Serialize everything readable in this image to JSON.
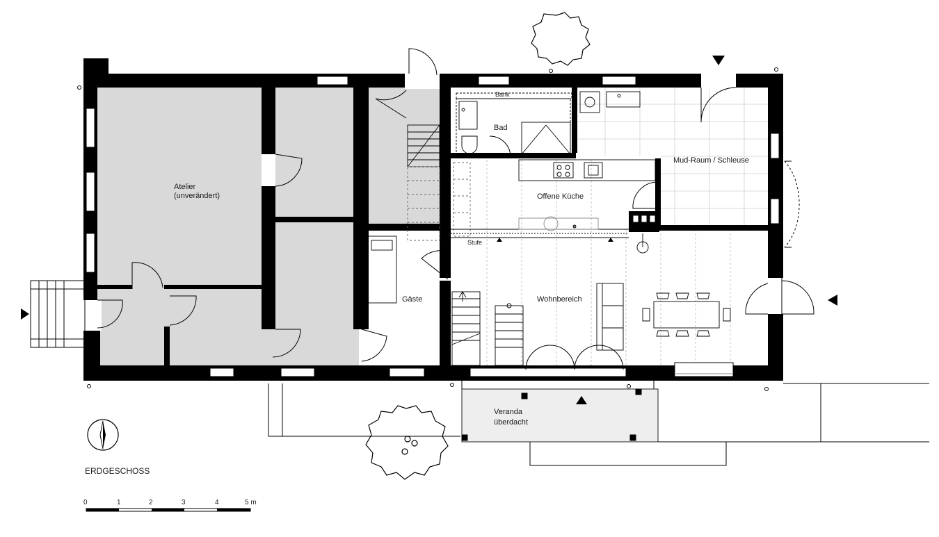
{
  "colors": {
    "wall": "#000000",
    "grey_room": "#d9d9d9",
    "veranda": "#eeeeee",
    "line": "#222222",
    "light_line": "#999999"
  },
  "rooms": {
    "atelier_line1": "Atelier",
    "atelier_line2": "(unverändert)",
    "bad": "Bad",
    "bank": "Bank",
    "mud_raum": "Mud-Raum / Schleuse",
    "offene_kueche": "Offene Küche",
    "stufe": "Stufe",
    "gaeste": "Gäste",
    "wohnbereich": "Wohnbereich",
    "veranda_line1": "Veranda",
    "veranda_line2": "überdacht"
  },
  "plan_title": "ERDGESCHOSS",
  "scale_bar": {
    "ticks": [
      "0",
      "1",
      "2",
      "3",
      "4",
      "5 m"
    ]
  },
  "icons": {
    "north": "north-arrow-icon",
    "entrance": "entrance-triangle-icon",
    "tree": "tree-icon"
  }
}
